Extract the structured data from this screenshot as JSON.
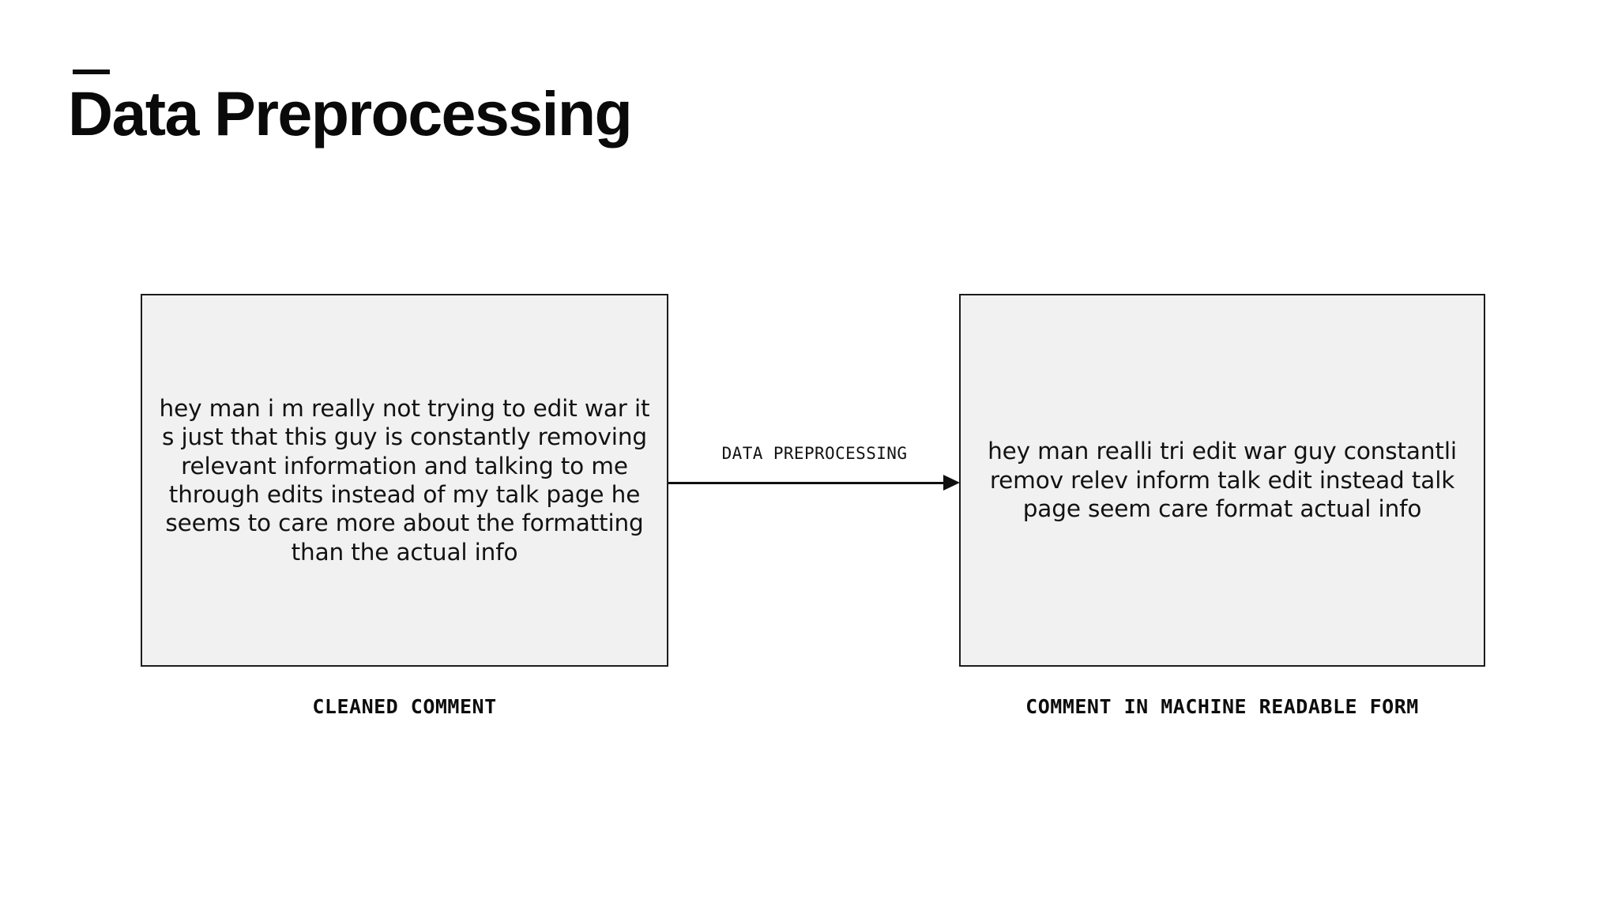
{
  "slide": {
    "title": "Data Preprocessing",
    "dash_accent": "—",
    "background_color": "#ffffff",
    "title_color": "#0a0a0a"
  },
  "diagram": {
    "type": "flow",
    "box_fill_color": "#f1f1f1",
    "box_border_color": "#1c1c1c",
    "nodes": [
      {
        "id": "cleaned-comment",
        "text": "hey man i m really not trying to edit war it s just that this guy is constantly removing relevant information and talking to me through edits instead of my talk page he seems to care more about the formatting than the actual info",
        "caption": "CLEANED COMMENT"
      },
      {
        "id": "machine-readable-comment",
        "text": "hey man realli tri edit war guy constantli remov relev inform talk edit instead talk page seem care format actual info",
        "caption": "COMMENT IN MACHINE READABLE FORM"
      }
    ],
    "edge": {
      "label": "DATA PREPROCESSING",
      "from": "cleaned-comment",
      "to": "machine-readable-comment",
      "direction": "right"
    }
  }
}
